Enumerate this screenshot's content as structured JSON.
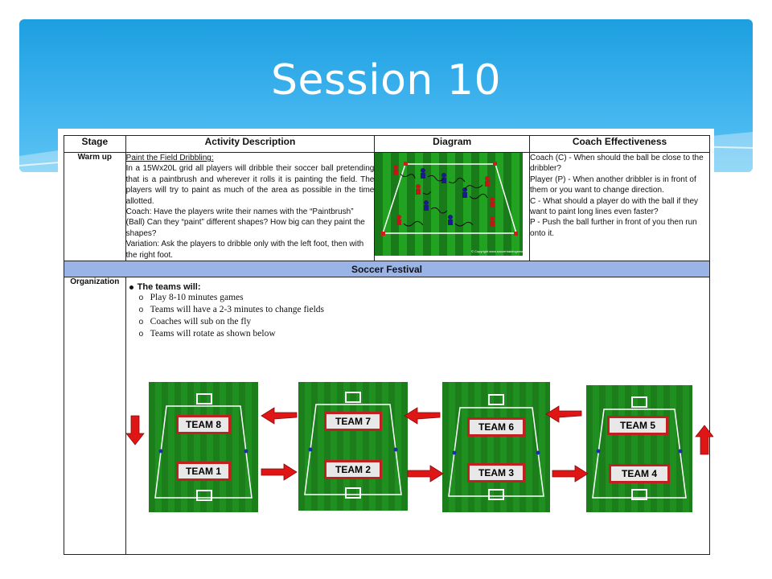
{
  "slide": {
    "title": "Session 10"
  },
  "table": {
    "headers": [
      "Stage",
      "Activity Description",
      "Diagram",
      "Coach Effectiveness"
    ],
    "warmup": {
      "stage": "Warm up",
      "activity_title": "Paint the Field Dribbling:",
      "activity_text": "In a 15Wx20L grid all players will dribble their soccer ball pretending that is a paintbrush and wherever it rolls it is painting the field. The players will try to paint as much of the area as possible in the time allotted.",
      "activity_coach": "Coach: Have the players write their names with the “Paintbrush” (Ball) Can they “paint” different shapes? How big can they paint the shapes?",
      "activity_variation": "Variation: Ask the players to dribble only with the left foot, then with the right foot.",
      "coach_lines": [
        "Coach (C) - When should the ball be close to the dribbler?",
        "Player (P) - When another dribbler is in front of them or you want to change direction.",
        "C - What should a player do with the ball if they want to paint long lines even faster?",
        "P - Push the ball further in front of you then run onto it."
      ]
    },
    "festival_label": "Soccer Festival",
    "organization": {
      "stage": "Organization",
      "lead": "The teams will:",
      "items": [
        "Play 8-10 minutes games",
        "Teams will have a 2-3 minutes to change fields",
        "Coaches will sub on the fly",
        "Teams will rotate as shown below"
      ],
      "fields": [
        {
          "top_team": "TEAM 8",
          "bottom_team": "TEAM 1"
        },
        {
          "top_team": "TEAM 7",
          "bottom_team": "TEAM 2"
        },
        {
          "top_team": "TEAM 6",
          "bottom_team": "TEAM 3"
        },
        {
          "top_team": "TEAM 5",
          "bottom_team": "TEAM 4"
        }
      ]
    }
  },
  "colors": {
    "banner": "#2aa8e6",
    "festival_row": "#9ab4e8",
    "pitch": "#1f8f1f",
    "arrow": "#e01515"
  }
}
